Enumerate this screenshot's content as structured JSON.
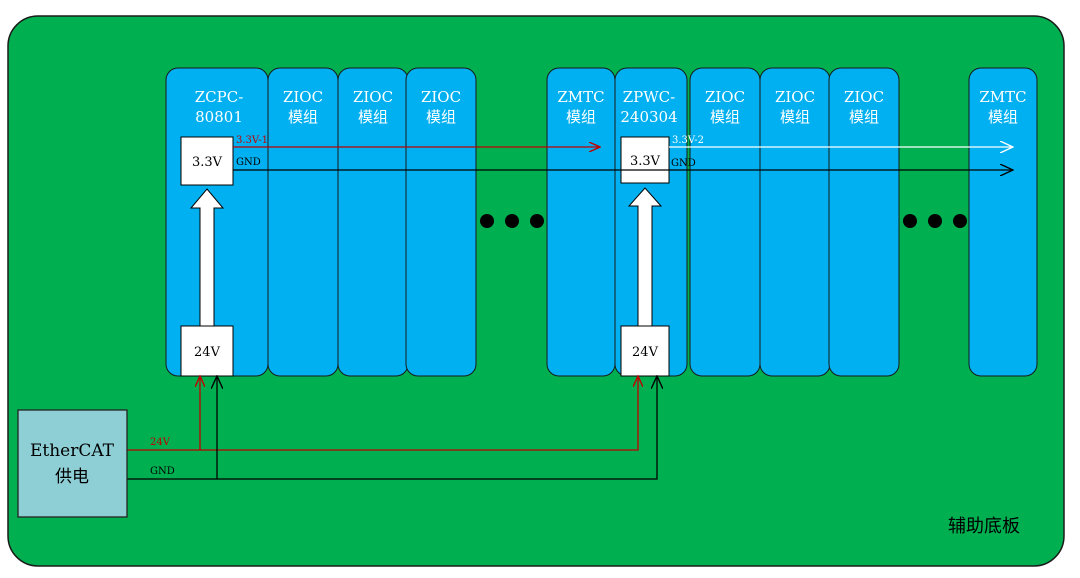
{
  "colors": {
    "board": "#00b050",
    "module": "#00b0f0",
    "supply_box": "#8ecfd6",
    "power_red": "#c00000",
    "line_black": "#000000",
    "line_white": "#ffffff"
  },
  "board": {
    "label": "辅助底板"
  },
  "modules": [
    {
      "lines": [
        "ZCPC-",
        "80801"
      ],
      "kind": "controller"
    },
    {
      "lines": [
        "ZIOC",
        "模组"
      ],
      "kind": "io"
    },
    {
      "lines": [
        "ZIOC",
        "模组"
      ],
      "kind": "io"
    },
    {
      "lines": [
        "ZIOC",
        "模组"
      ],
      "kind": "io"
    },
    {
      "lines": [
        "ZMTC",
        "模组"
      ],
      "kind": "motion"
    },
    {
      "lines": [
        "ZPWC-",
        "240304"
      ],
      "kind": "power"
    },
    {
      "lines": [
        "ZIOC",
        "模组"
      ],
      "kind": "io"
    },
    {
      "lines": [
        "ZIOC",
        "模组"
      ],
      "kind": "io"
    },
    {
      "lines": [
        "ZIOC",
        "模组"
      ],
      "kind": "io"
    },
    {
      "lines": [
        "ZMTC",
        "模组"
      ],
      "kind": "motion"
    }
  ],
  "converters": [
    {
      "input": "24V",
      "output": "3.3V"
    },
    {
      "input": "24V",
      "output": "3.3V"
    }
  ],
  "wires": {
    "rail_1": "3.3V-1",
    "rail_2": "3.3V-2",
    "gnd_top_1": "GND",
    "gnd_top_2": "GND",
    "supply_24v": "24V",
    "supply_gnd": "GND"
  },
  "supply": {
    "lines": [
      "EtherCAT",
      "供电"
    ]
  },
  "ellipsis": "● ● ●"
}
